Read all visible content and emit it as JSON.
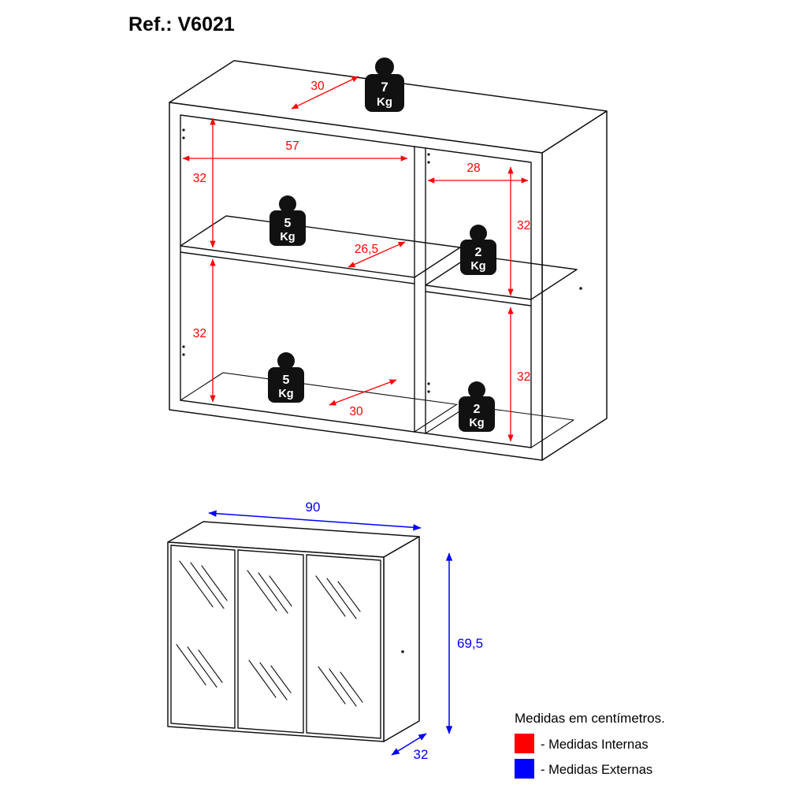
{
  "title": "Ref.: V6021",
  "internal": {
    "color": "#ff0000",
    "dims": {
      "top_depth": "30",
      "left_width": "57",
      "right_width": "28",
      "left_upper_height": "32",
      "right_upper_height": "32",
      "shelf_depth": "26,5",
      "left_lower_height": "32",
      "right_lower_height": "32",
      "bottom_depth": "30"
    },
    "weights": [
      {
        "value": "7",
        "unit": "Kg",
        "location": "top-panel"
      },
      {
        "value": "5",
        "unit": "Kg",
        "location": "left-shelf"
      },
      {
        "value": "2",
        "unit": "Kg",
        "location": "right-shelf"
      },
      {
        "value": "5",
        "unit": "Kg",
        "location": "left-bottom"
      },
      {
        "value": "2",
        "unit": "Kg",
        "location": "right-bottom"
      }
    ]
  },
  "external": {
    "color": "#0000ff",
    "dims": {
      "width": "90",
      "height": "69,5",
      "depth": "32"
    }
  },
  "legend": {
    "note": "Medidas em centímetros.",
    "items": [
      {
        "label": "- Medidas Internas",
        "color": "#ff0000"
      },
      {
        "label": "- Medidas Externas",
        "color": "#0000ff"
      }
    ]
  }
}
